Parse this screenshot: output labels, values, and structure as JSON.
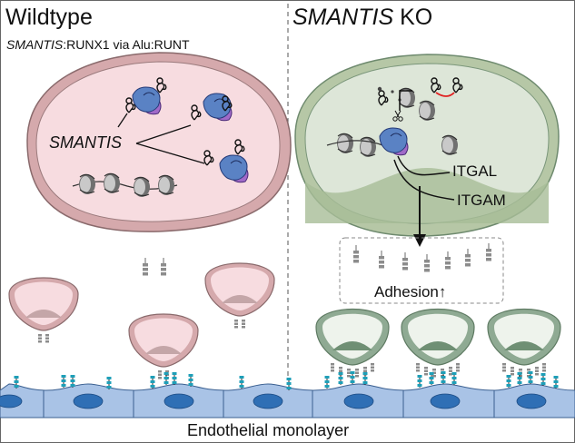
{
  "panels": {
    "left": {
      "title_italic": "",
      "title_rest": "Wildtype",
      "subtitle_italic": "SMANTIS",
      "subtitle_rest": ":RUNX1 via Alu:RUNT",
      "lncrna_label": "SMANTIS"
    },
    "right": {
      "title_italic": "SMANTIS",
      "title_rest": " KO",
      "gene_1": "ITGAL",
      "gene_2": "ITGAM",
      "effect_label": "Adhesion",
      "effect_arrow": "↑"
    }
  },
  "bottom_label": "Endothelial monolayer",
  "colors": {
    "wildtype_cell": "#d5a9ac",
    "wildtype_nucleus": "#f7dce0",
    "ko_cell": "#8faa93",
    "ko_nucleus": "#dce8d6",
    "protein_blue": "#5a82c4",
    "protein_purple": "#a06ac8",
    "endothelium_fill": "#a9c3e6",
    "endothelium_nucleus": "#2f6fb5",
    "receptor_gray": "#9a9a9a",
    "cut_mark_red": "#e02020"
  },
  "icons": [
    "rna-hairpin-icon",
    "scissors-icon",
    "protein-complex-icon",
    "nucleosome-icon",
    "receptor-icon"
  ]
}
